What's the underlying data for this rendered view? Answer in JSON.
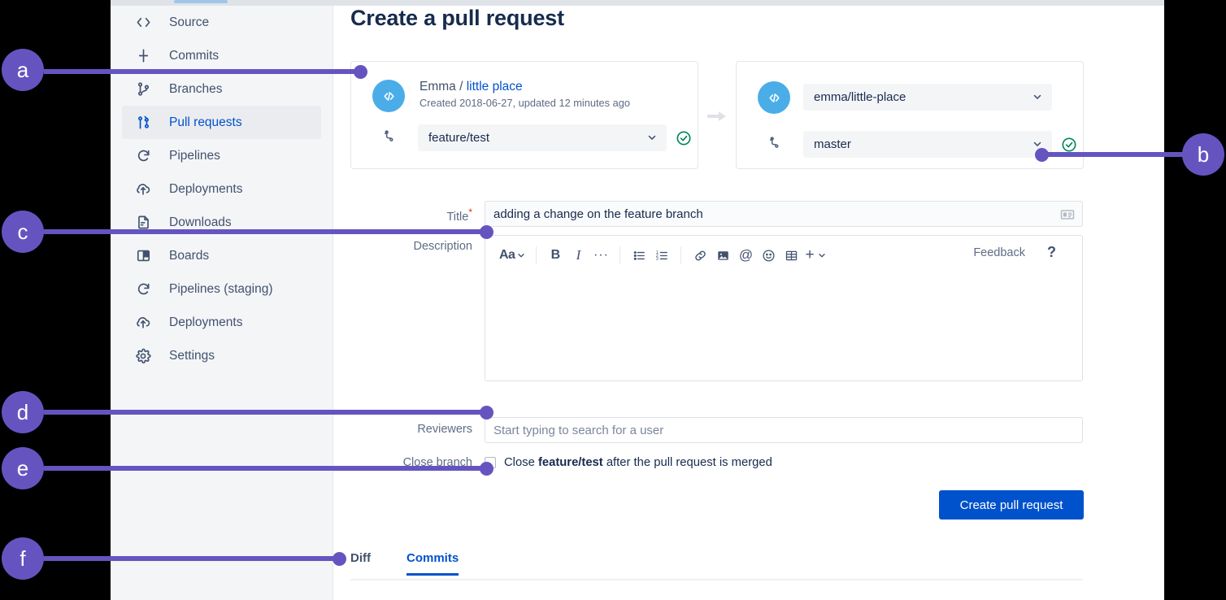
{
  "page": {
    "title": "Create a pull request",
    "bg_color": "#000000",
    "accent_color": "#0052cc",
    "callout_color": "#6554c0"
  },
  "sidebar": {
    "items": [
      {
        "label": "Source",
        "icon": "code-brackets-icon",
        "active": false
      },
      {
        "label": "Commits",
        "icon": "commits-icon",
        "active": false
      },
      {
        "label": "Branches",
        "icon": "branches-icon",
        "active": false
      },
      {
        "label": "Pull requests",
        "icon": "pull-request-icon",
        "active": true
      },
      {
        "label": "Pipelines",
        "icon": "pipelines-icon",
        "active": false
      },
      {
        "label": "Deployments",
        "icon": "deployments-icon",
        "active": false
      },
      {
        "label": "Downloads",
        "icon": "downloads-icon",
        "active": false
      },
      {
        "label": "Boards",
        "icon": "boards-icon",
        "active": false
      },
      {
        "label": "Pipelines (staging)",
        "icon": "pipelines-icon",
        "active": false
      },
      {
        "label": "Deployments",
        "icon": "deployments-icon",
        "active": false
      },
      {
        "label": "Settings",
        "icon": "gear-icon",
        "active": false
      }
    ]
  },
  "source_panel": {
    "avatar_icon": "code-brackets-icon",
    "owner": "Emma",
    "separator": "/",
    "repo_link": "little place",
    "meta": "Created 2018-06-27, updated 12 minutes ago",
    "branch_select_value": "feature/test",
    "status_icon": "check-circle-icon"
  },
  "destination_panel": {
    "avatar_icon": "code-brackets-icon",
    "repo_select_value": "emma/little-place",
    "branch_select_value": "master",
    "status_icon": "check-circle-icon"
  },
  "arrow_icon": "arrow-right-icon",
  "form": {
    "title_label": "Title",
    "title_required_mark": "*",
    "title_value": "adding a change on the feature branch",
    "title_adornment_icon": "contact-card-icon",
    "description_label": "Description",
    "description_value": "",
    "reviewers_label": "Reviewers",
    "reviewers_placeholder": "Start typing to search for a user",
    "close_branch_label": "Close branch",
    "close_branch_text_before": "Close ",
    "close_branch_text_branch": "feature/test",
    "close_branch_text_after": " after the pull request is merged",
    "close_branch_checked": false,
    "submit_label": "Create pull request"
  },
  "editor_toolbar": {
    "buttons": [
      {
        "name": "text-style-icon",
        "glyph": "Aa"
      },
      {
        "name": "bold-icon",
        "glyph": "B"
      },
      {
        "name": "italic-icon",
        "glyph": "I"
      },
      {
        "name": "more-formatting-icon",
        "glyph": "···"
      },
      {
        "name": "bullet-list-icon",
        "glyph": ""
      },
      {
        "name": "numbered-list-icon",
        "glyph": ""
      },
      {
        "name": "link-icon",
        "glyph": ""
      },
      {
        "name": "image-icon",
        "glyph": ""
      },
      {
        "name": "mention-icon",
        "glyph": "@"
      },
      {
        "name": "emoji-icon",
        "glyph": ""
      },
      {
        "name": "table-icon",
        "glyph": ""
      },
      {
        "name": "insert-more-icon",
        "glyph": "+"
      }
    ],
    "feedback_label": "Feedback",
    "help_label": "?"
  },
  "bottom_tabs": [
    {
      "label": "Diff",
      "active": false
    },
    {
      "label": "Commits",
      "active": true
    }
  ],
  "callouts": [
    {
      "id": "a",
      "label": "a"
    },
    {
      "id": "b",
      "label": "b"
    },
    {
      "id": "c",
      "label": "c"
    },
    {
      "id": "d",
      "label": "d"
    },
    {
      "id": "e",
      "label": "e"
    },
    {
      "id": "f",
      "label": "f"
    }
  ]
}
